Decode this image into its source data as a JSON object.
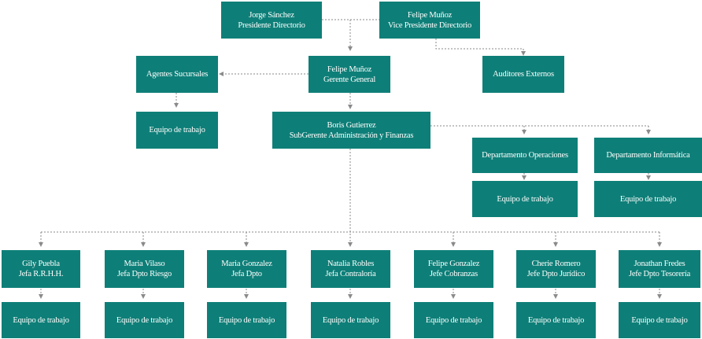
{
  "board": {
    "president": {
      "name": "Jorge Sánchez",
      "title": "Presidente Directorio"
    },
    "vice_president": {
      "name": "Felipe Muñoz",
      "title": "Vice Presidente Directorio"
    },
    "auditors": "Auditores Externos"
  },
  "general_manager": {
    "name": "Felipe Muñoz",
    "title": "Gerente General"
  },
  "branches": {
    "label": "Agentes Sucursales",
    "team": "Equipo de trabajo"
  },
  "subgerente": {
    "name": "Boris Gutierrez",
    "title": "SubGerente Administración y Finanzas"
  },
  "departments": [
    {
      "label": "Departamento Operaciones",
      "team": "Equipo de trabajo"
    },
    {
      "label": "Departamento Informática",
      "team": "Equipo de trabajo"
    }
  ],
  "heads": [
    {
      "name": "Gily Puebla",
      "title": "Jefa R.R.H.H.",
      "team": "Equipo de trabajo"
    },
    {
      "name": "Maria Vilaso",
      "title": "Jefa Dpto Riesgo",
      "team": "Equipo de trabajo"
    },
    {
      "name": "Maria Gonzalez",
      "title": "Jefa Dpto",
      "team": "Equipo de trabajo"
    },
    {
      "name": "Natalia Robles",
      "title": "Jefa Contraloría",
      "team": "Equipo de trabajo"
    },
    {
      "name": "Felipe Gonzalez",
      "title": "Jefe Cobranzas",
      "team": "Equipo de trabajo"
    },
    {
      "name": "Cherie Romero",
      "title": "Jefe Dpto Jurídico",
      "team": "Equipo de trabajo"
    },
    {
      "name": "Jonathan Fredes",
      "title": "Jefe Dpto Tesorería",
      "team": "Equipo de trabajo"
    }
  ]
}
